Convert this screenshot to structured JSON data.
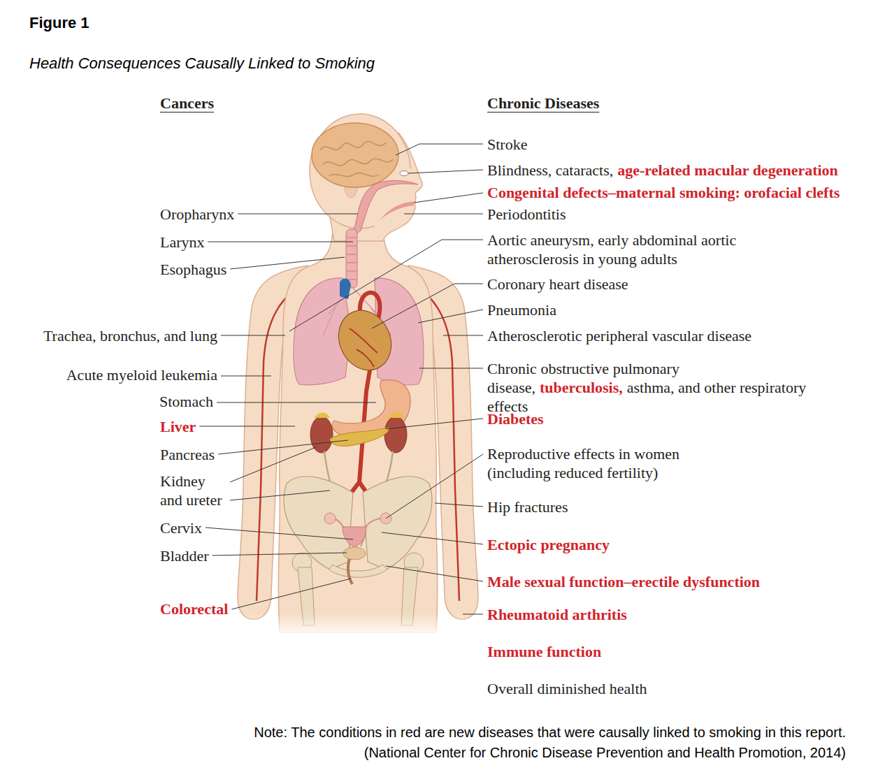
{
  "diagram": {
    "title": "Health Consequences Causally Linked to Smoking",
    "caption": "Note: The conditions in red are new diseases that were causally linked to smoking in this report.",
    "labels": [
      "Figure 1",
      "Cancers",
      "Chronic Diseases",
      "Oropharynx",
      "Larynx",
      "Esophagus",
      "Trachea, bronchus, and lung",
      "Acute myeloid leukemia",
      "Stomach",
      "Liver",
      "Pancreas",
      "Kidney and ureter",
      "Cervix",
      "Bladder",
      "Colorectal",
      "Stroke",
      "Blindness, cataracts,",
      "age-related macular degeneration",
      "Congenital defects–maternal smoking: orofacial clefts",
      "Periodontitis",
      "Aortic aneurysm, early abdominal aortic atherosclerosis in young adults",
      "Coronary heart disease",
      "Pneumonia",
      "Atherosclerotic peripheral vascular disease",
      "Chronic obstructive pulmonary disease,",
      "tuberculosis,",
      "asthma, and other respiratory effects",
      "Diabetes",
      "Reproductive effects in women (including reduced fertility)",
      "Hip fractures",
      "Ectopic pregnancy",
      "Male sexual function–erectile dysfunction",
      "Rheumatoid arthritis",
      "Immune function",
      "Overall diminished health",
      "(National Center for Chronic Disease Prevention and Health Promotion, 2014)"
    ]
  }
}
